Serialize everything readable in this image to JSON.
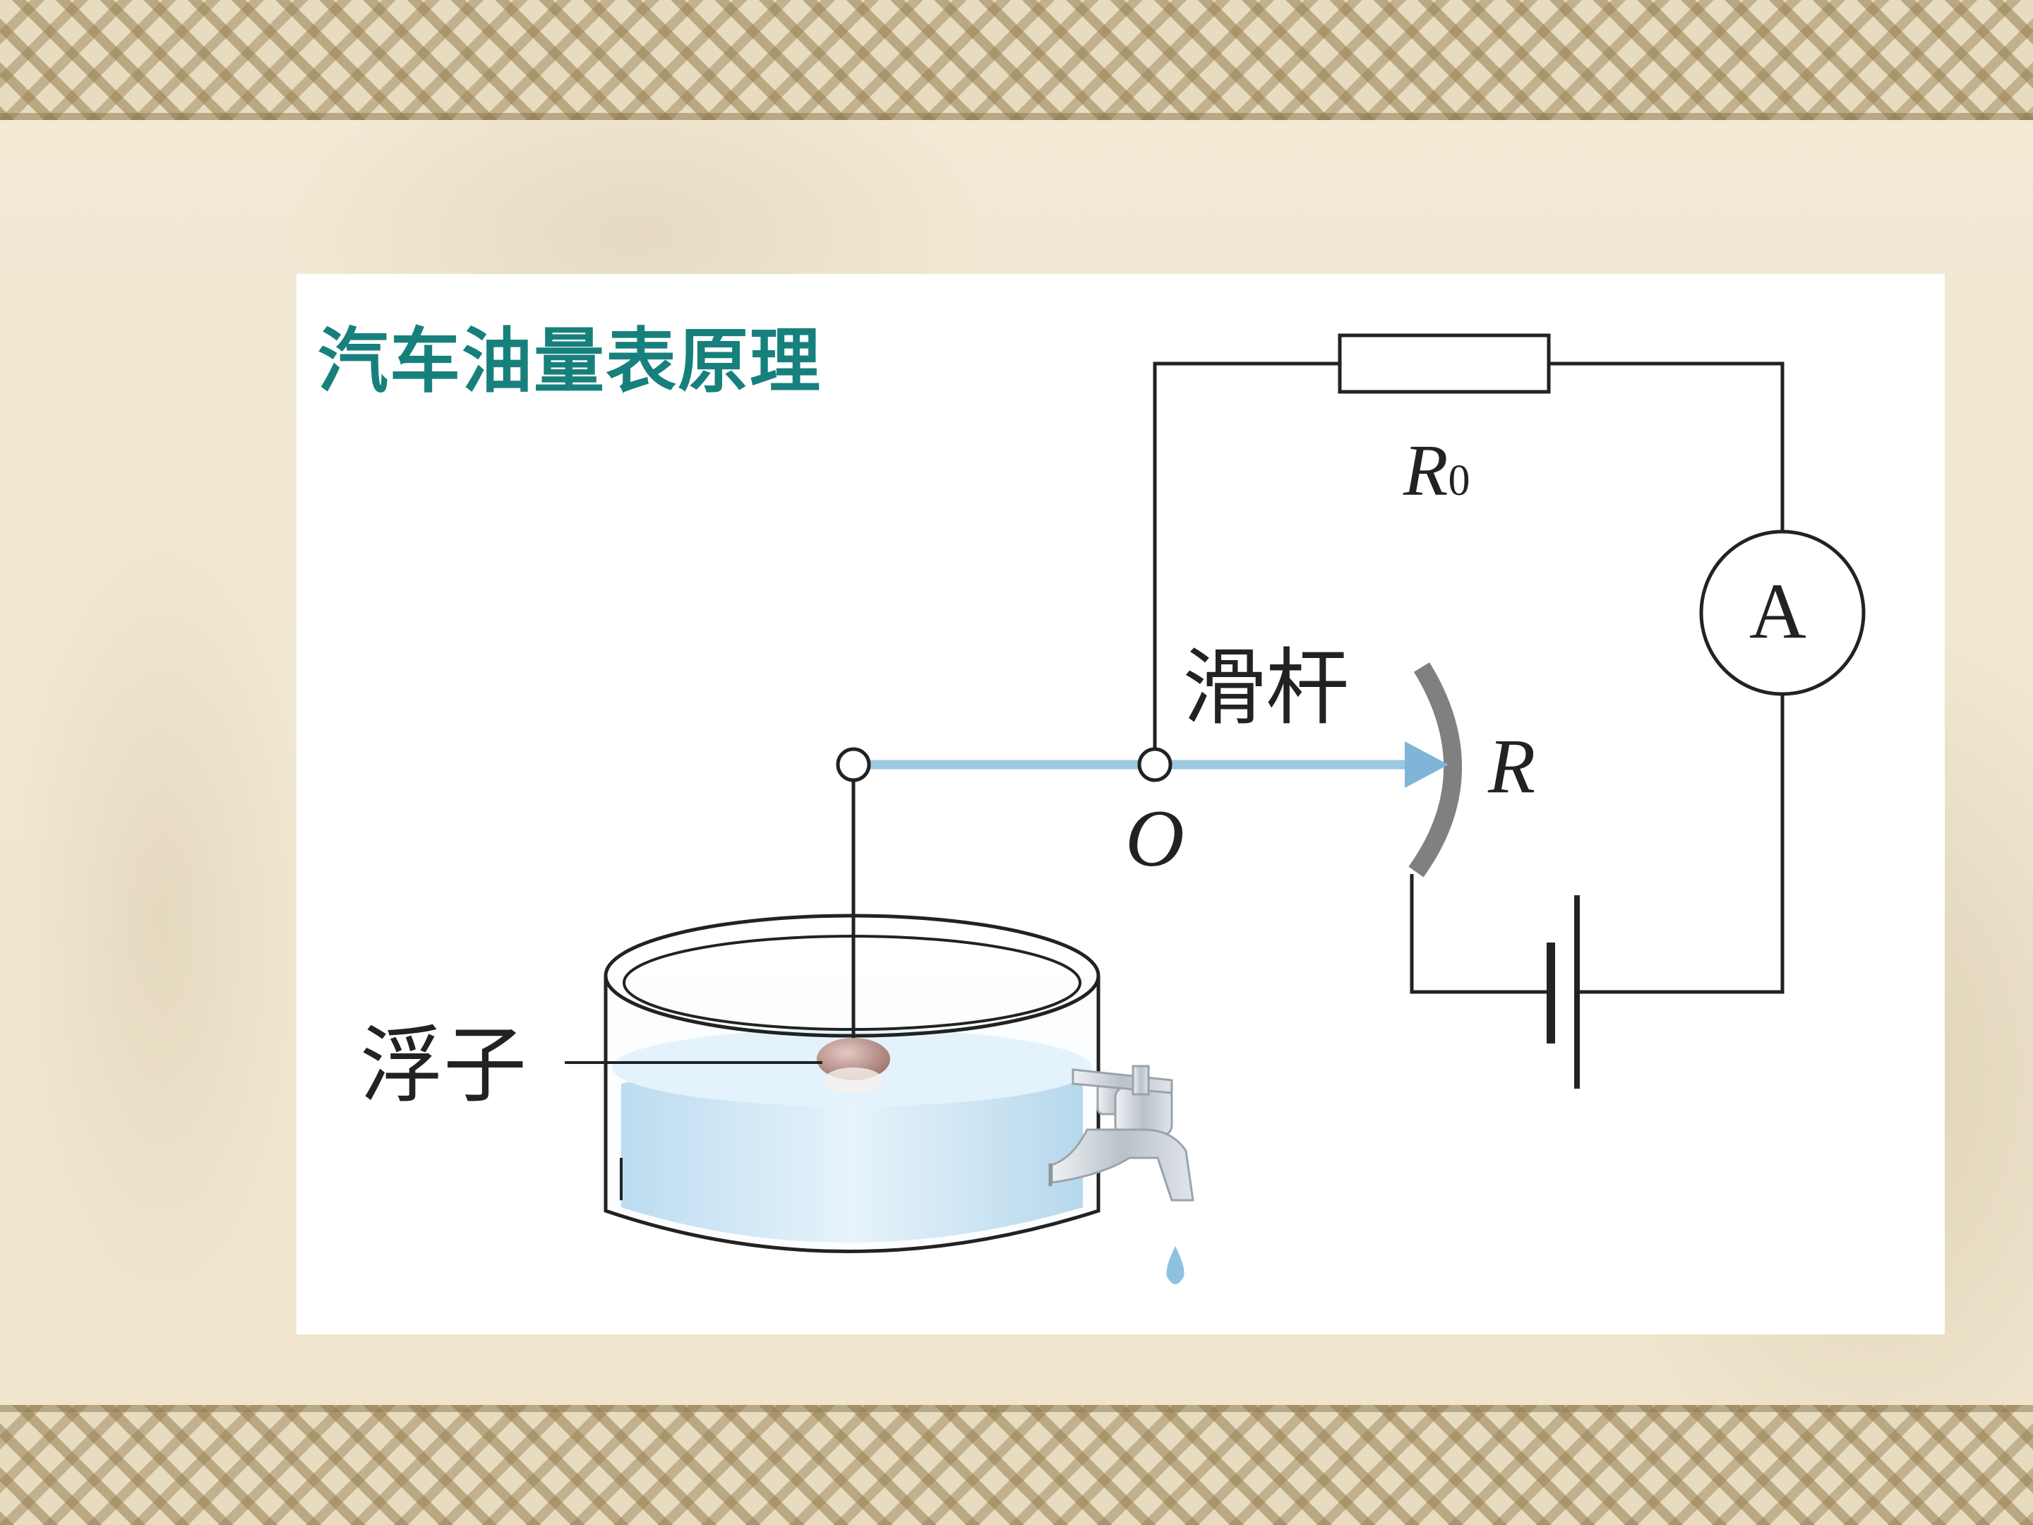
{
  "title": "汽车油量表原理",
  "labels": {
    "resistor_r0": "R",
    "resistor_r0_sub": "0",
    "rheostat_r": "R",
    "ammeter": "A",
    "pivot": "O",
    "slider_rod": "滑杆",
    "float": "浮子"
  },
  "colors": {
    "title": "#17807c",
    "rod": "#9cc8e0",
    "rheostat": "#808080",
    "water": "#cfe7f5",
    "float": "#b08a86"
  }
}
